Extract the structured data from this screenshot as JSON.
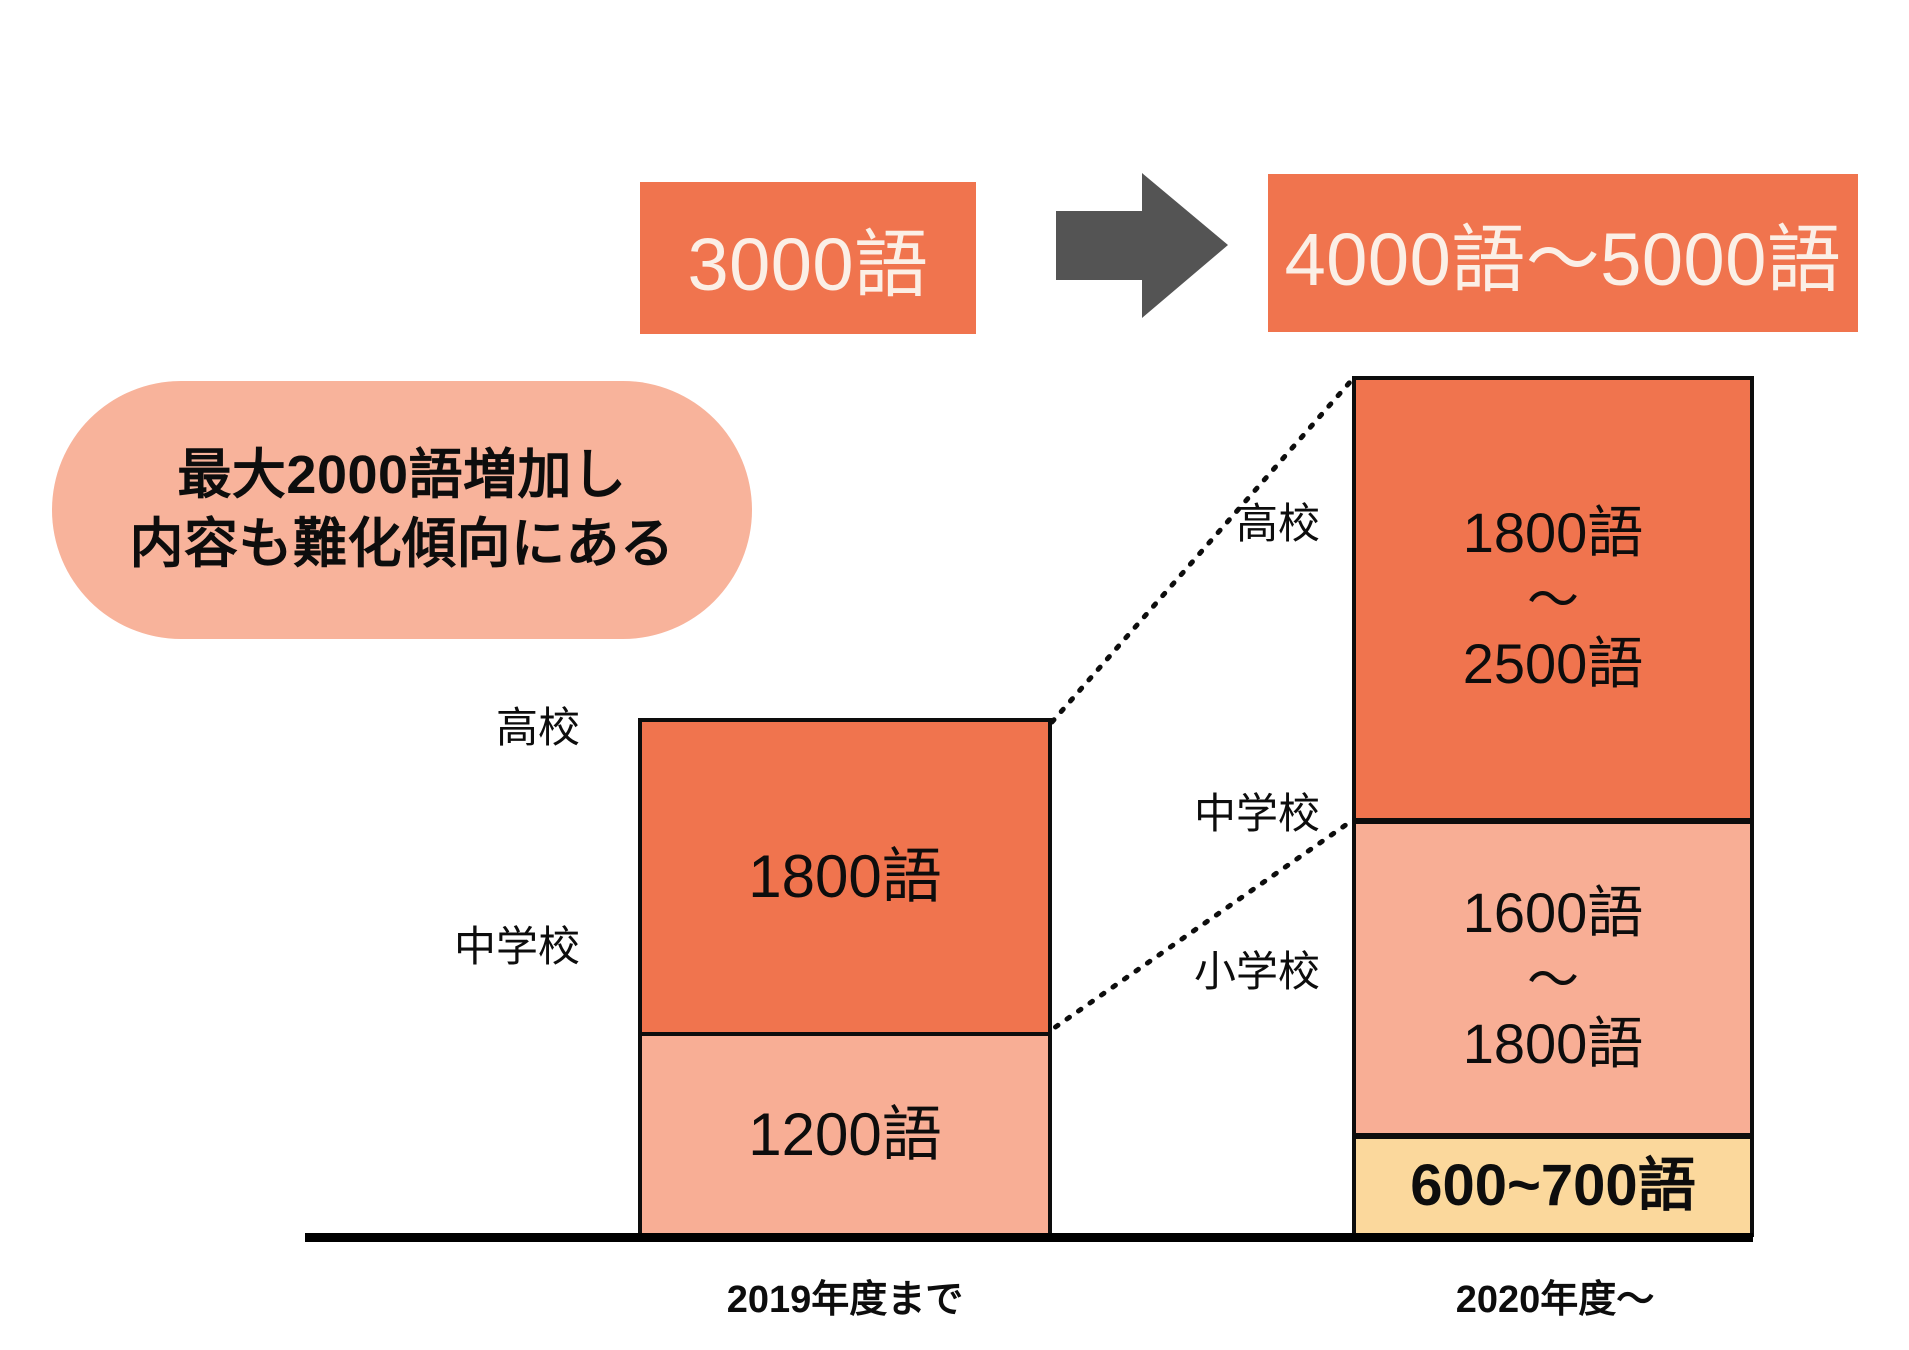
{
  "summary": {
    "before_label": "3000語",
    "arrow_icon": "right-arrow-icon",
    "after_label": "4000語〜5000語"
  },
  "callout": {
    "line1": "最大2000語増加し",
    "line2": "内容も難化傾向にある"
  },
  "chart_data": {
    "type": "bar",
    "subtype": "stacked",
    "title": "",
    "xlabel": "",
    "ylabel": "",
    "categories": [
      "2019年度まで",
      "2020年度〜"
    ],
    "stack_order_bottom_to_top": [
      "小学校",
      "中学校",
      "高校"
    ],
    "legend": [
      "高校",
      "中学校",
      "小学校"
    ],
    "legend_position": "inline-left-of-bars",
    "grid": false,
    "series": [
      {
        "name": "高校",
        "color": "#F0744E",
        "values": [
          1800,
          2150
        ],
        "display_values": [
          "1800語",
          "1800語〜2500語"
        ],
        "ranges": [
          {
            "category": "2019年度まで",
            "min": 1800,
            "max": 1800
          },
          {
            "category": "2020年度〜",
            "min": 1800,
            "max": 2500
          }
        ]
      },
      {
        "name": "中学校",
        "color": "#F8AE95",
        "values": [
          1200,
          1700
        ],
        "display_values": [
          "1200語",
          "1600語〜1800語"
        ],
        "ranges": [
          {
            "category": "2019年度まで",
            "min": 1200,
            "max": 1200
          },
          {
            "category": "2020年度〜",
            "min": 1600,
            "max": 1800
          }
        ]
      },
      {
        "name": "小学校",
        "color": "#FBD89C",
        "values": [
          0,
          650
        ],
        "display_values": [
          "",
          "600~700語"
        ],
        "ranges": [
          {
            "category": "2020年度〜",
            "min": 600,
            "max": 700
          }
        ]
      }
    ],
    "totals": {
      "2019年度まで": "3000語",
      "2020年度〜": "4000語〜5000語"
    },
    "annotations": [
      "最大2000語増加し",
      "内容も難化傾向にある"
    ]
  },
  "bars": {
    "year_2019": {
      "axis_label": "2019年度まで",
      "segments": [
        {
          "level": "高校",
          "value_line1": "1800語",
          "tilde": "",
          "value_line2": ""
        },
        {
          "level": "中学校",
          "value_line1": "1200語",
          "tilde": "",
          "value_line2": ""
        }
      ]
    },
    "year_2020": {
      "axis_label": "2020年度〜",
      "segments": [
        {
          "level": "高校",
          "value_line1": "1800語",
          "tilde": "〜",
          "value_line2": "2500語"
        },
        {
          "level": "中学校",
          "value_line1": "1600語",
          "tilde": "〜",
          "value_line2": "1800語"
        },
        {
          "level": "小学校",
          "value_line1": "600~700語",
          "tilde": "",
          "value_line2": ""
        }
      ]
    }
  },
  "colors": {
    "high_school": "#F0744E",
    "junior_high": "#F8AE95",
    "elementary": "#FBD89C",
    "callout_bg": "#F8B39B",
    "arrow": "#545454",
    "outline": "#0d0d0d",
    "background": "#FFFFFF"
  }
}
